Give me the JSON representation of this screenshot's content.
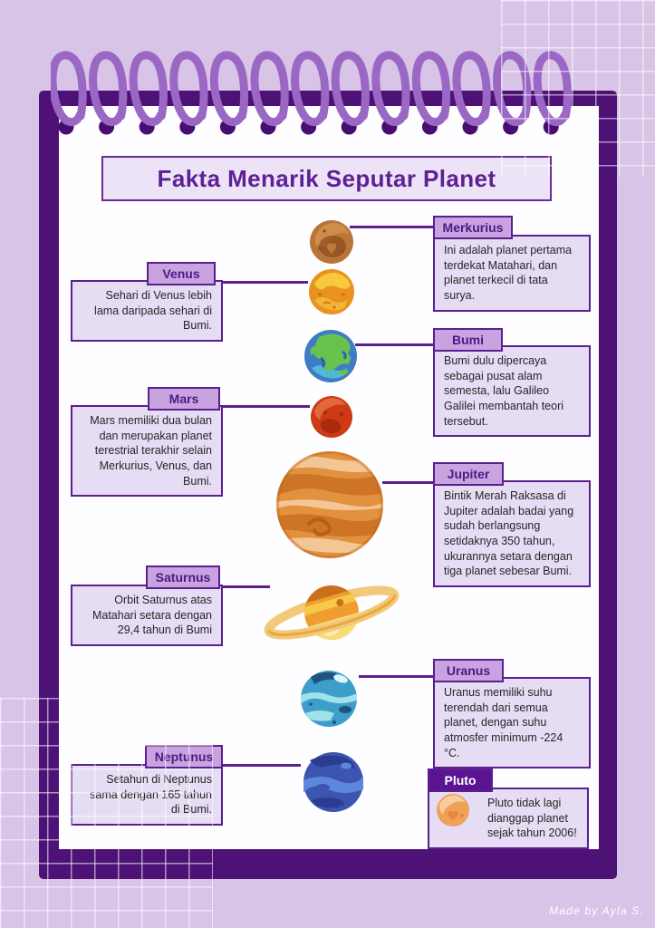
{
  "title": "Fakta Menarik Seputar Planet",
  "credit": "Made by Ayla S.",
  "colors": {
    "background": "#d7c4e6",
    "notebook_panel": "#4e1277",
    "page": "#fefdff",
    "accent_border": "#5b1f8e",
    "header_fill": "#c9a3e0",
    "header_text": "#4a1a84",
    "body_fill": "#e6dcf3",
    "title_text": "#5e2097",
    "pluto_header_fill": "#5a1391",
    "pluto_header_text": "#ffffff",
    "spiral_ring": "#9a68c4",
    "spiral_hole": "#470d70"
  },
  "planets": [
    {
      "name": "Merkurius",
      "side": "right",
      "icon": "merkurius-planet-icon",
      "fact": "Ini adalah planet pertama terdekat Matahari, dan planet terkecil di tata surya."
    },
    {
      "name": "Venus",
      "side": "left",
      "icon": "venus-planet-icon",
      "fact": "Sehari di Venus lebih lama daripada sehari di Bumi."
    },
    {
      "name": "Bumi",
      "side": "right",
      "icon": "bumi-planet-icon",
      "fact": "Bumi dulu dipercaya sebagai pusat alam semesta, lalu Galileo Galilei membantah teori tersebut."
    },
    {
      "name": "Mars",
      "side": "left",
      "icon": "mars-planet-icon",
      "fact": "Mars memiliki dua bulan dan merupakan planet terestrial terakhir selain Merkurius, Venus, dan Bumi."
    },
    {
      "name": "Jupiter",
      "side": "right",
      "icon": "jupiter-planet-icon",
      "fact": "Bintik Merah Raksasa di Jupiter adalah badai yang sudah berlangsung setidaknya 350 tahun, ukurannya setara dengan tiga planet sebesar Bumi."
    },
    {
      "name": "Saturnus",
      "side": "left",
      "icon": "saturnus-planet-icon",
      "fact": "Orbit Saturnus atas Matahari setara dengan 29,4 tahun di Bumi"
    },
    {
      "name": "Uranus",
      "side": "right",
      "icon": "uranus-planet-icon",
      "fact": "Uranus memiliki suhu terendah dari semua planet, dengan suhu atmosfer minimum -224 °C."
    },
    {
      "name": "Neptunus",
      "side": "left",
      "icon": "neptunus-planet-icon",
      "fact": "Setahun di Neptunus sama dengan 165 tahun di Bumi."
    },
    {
      "name": "Pluto",
      "side": "right",
      "highlight": true,
      "icon": "pluto-planet-icon",
      "fact": "Pluto tidak lagi dianggap planet sejak tahun 2006!"
    }
  ]
}
